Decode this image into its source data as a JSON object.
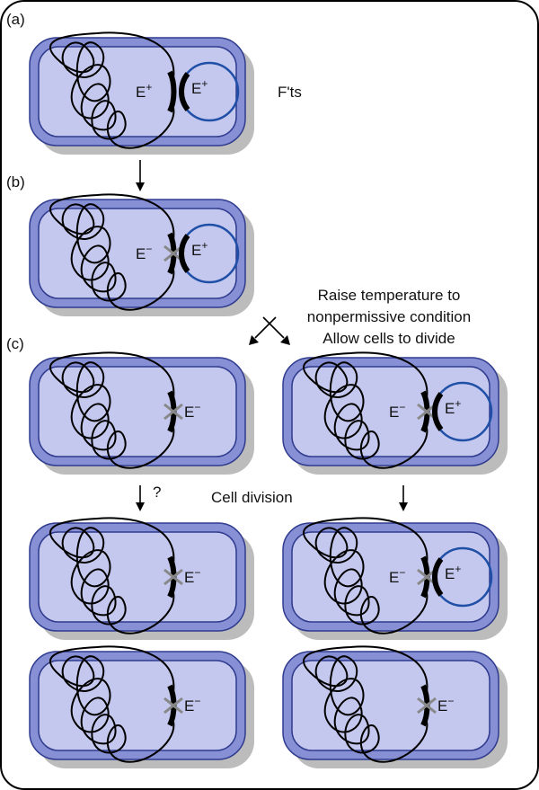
{
  "panels": {
    "a": "(a)",
    "b": "(b)",
    "c": "(c)"
  },
  "labels": {
    "fts": "F'ts",
    "raise_1": "Raise temperature to",
    "raise_2": "nonpermissive condition",
    "raise_3": "Allow cells to divide",
    "cell_division": "Cell division",
    "question": "?"
  },
  "genes": {
    "e_base": "E",
    "plus": "+",
    "minus": "−"
  },
  "colors": {
    "cell_outer": "#8790d4",
    "cell_inner": "#c5c8ee",
    "cell_edge": "#2f3b8e",
    "shadow": "#bcbcbc",
    "plasmid": "#1f4fa6",
    "dna": "#000000",
    "mutation_x": "#888888"
  }
}
